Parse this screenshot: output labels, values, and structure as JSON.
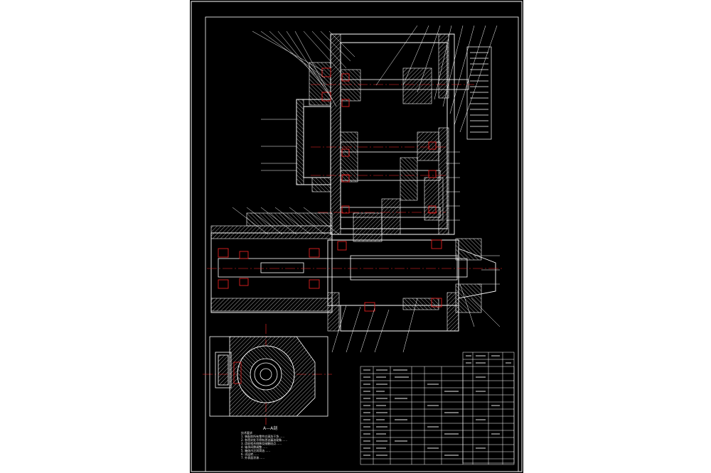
{
  "drawing": {
    "section_caption": "A—A剖",
    "colors": {
      "background": "#000000",
      "page": "#ffffff",
      "outline": "#ffffff",
      "centerline": "#ff2a2a",
      "detail_red": "#e02020",
      "hatch": "#cfcfcf"
    },
    "notes": [
      "技术要求",
      "1. 装配前所有零件应清洗干净……",
      "2. 各密封处不得有渗油漏油现象……",
      "3. 齿轮啮合侧隙及接触斑点……",
      "4. 轴承间隙调整……",
      "5. 箱体内注润滑油……",
      "6. 试运转……",
      "7. 外表面涂漆……"
    ]
  }
}
